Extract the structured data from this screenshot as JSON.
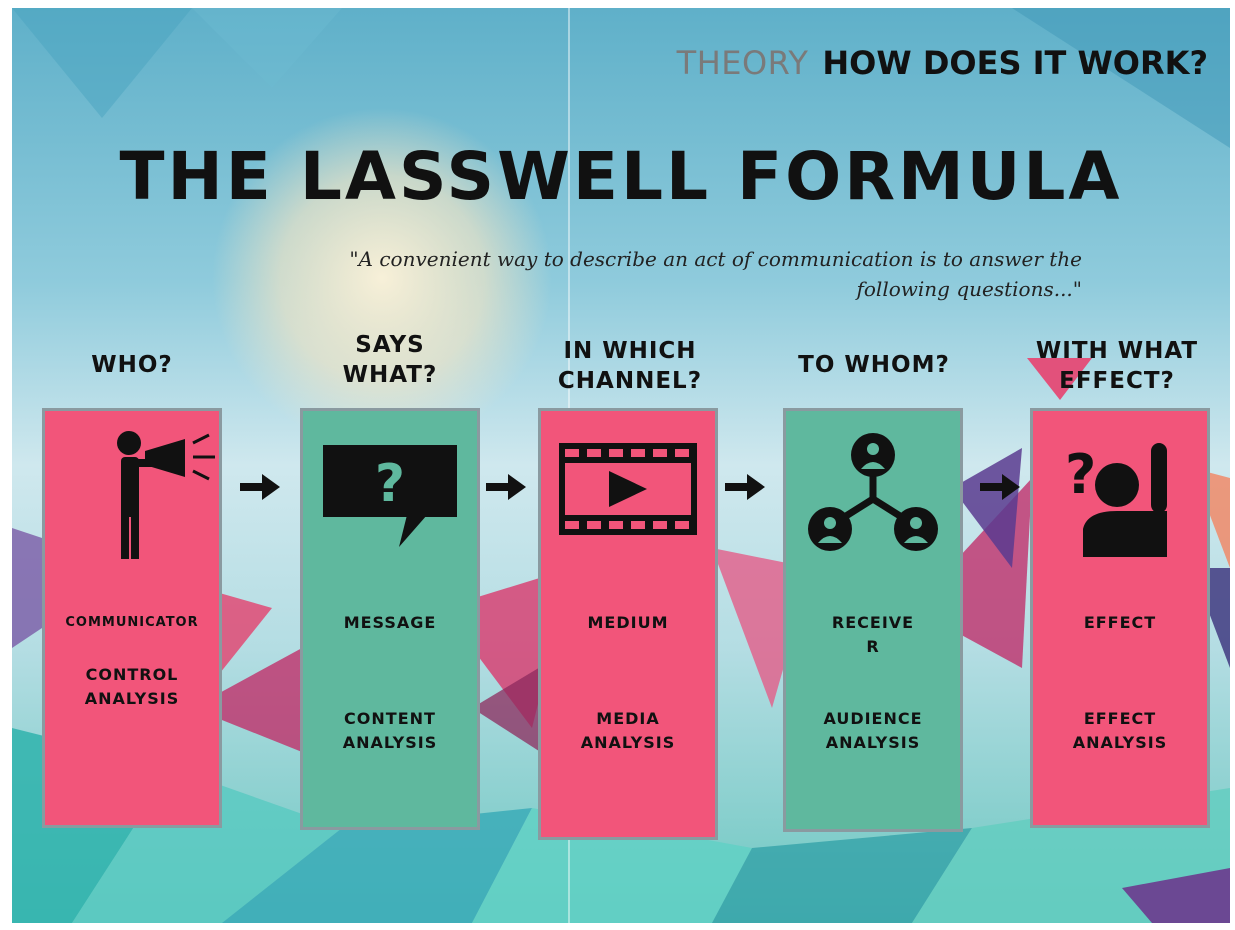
{
  "header": {
    "theory": "THEORY",
    "question": "HOW DOES IT WORK?"
  },
  "title": "THE LASSWELL FORMULA",
  "quote": "\"A convenient way to describe an act of communication is to answer the following questions...\"",
  "stages": [
    {
      "question": "WHO?",
      "role": "COMMUNICATOR",
      "analysis": "CONTROL\nANALYSIS",
      "icon": "megaphone-icon",
      "color": "#f2557a"
    },
    {
      "question": "SAYS\nWHAT?",
      "role": "MESSAGE",
      "analysis": "CONTENT\nANALYSIS",
      "icon": "speech-bubble-question-icon",
      "color": "#5fb89e"
    },
    {
      "question": "IN WHICH\nCHANNEL?",
      "role": "MEDIUM",
      "analysis": "MEDIA\nANALYSIS",
      "icon": "film-play-icon",
      "color": "#f2557a"
    },
    {
      "question": "TO WHOM?",
      "role": "RECEIVE\nR",
      "analysis": "AUDIENCE\nANALYSIS",
      "icon": "network-people-icon",
      "color": "#5fb89e"
    },
    {
      "question": "WITH WHAT\nEFFECT?",
      "role": "EFFECT",
      "analysis": "EFFECT\nANALYSIS",
      "icon": "person-question-raised-hand-icon",
      "color": "#f2557a"
    }
  ]
}
